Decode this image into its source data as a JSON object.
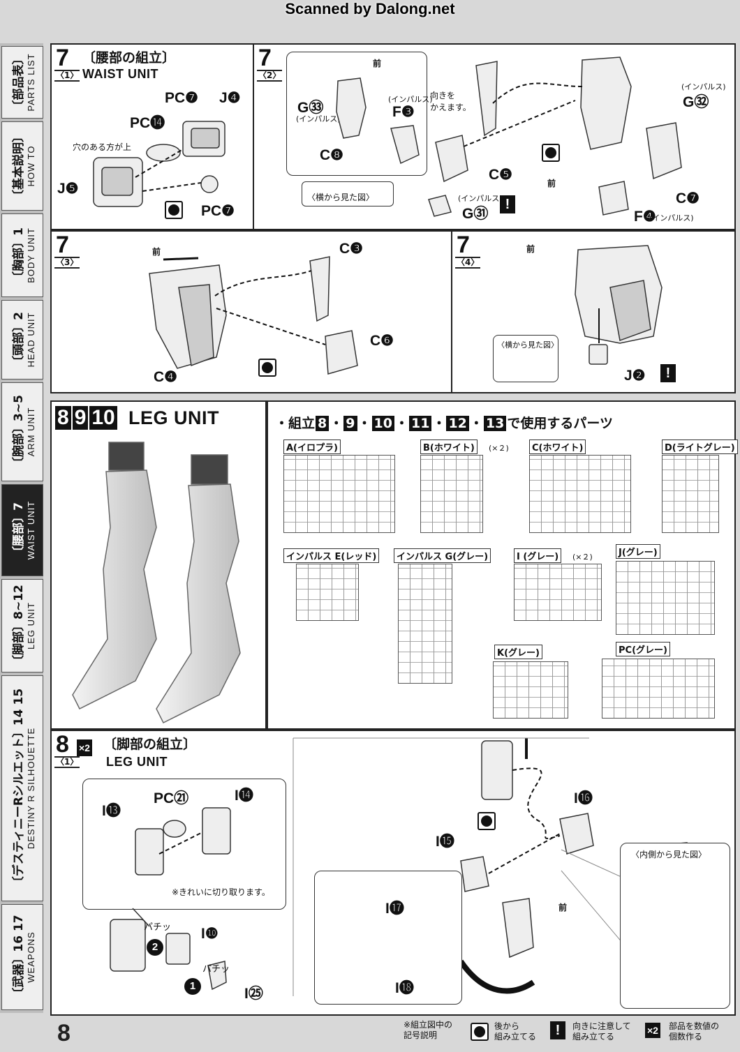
{
  "scan_credit": "Scanned by Dalong.net",
  "page_number": "8",
  "sidebar": [
    {
      "jp": "〔部品表〕",
      "en": "PARTS LIST"
    },
    {
      "jp": "〔基本説明〕",
      "en": "HOW TO"
    },
    {
      "jp": "〔胸部〕1",
      "en": "BODY UNIT"
    },
    {
      "jp": "〔頭部〕2",
      "en": "HEAD UNIT"
    },
    {
      "jp": "〔腕部〕3~5",
      "en": "ARM UNIT"
    },
    {
      "jp": "〔腰部〕7",
      "en": "WAIST UNIT"
    },
    {
      "jp": "〔脚部〕8~12",
      "en": "LEG UNIT"
    },
    {
      "jp": "〔デスティニーRシルエット〕14 15",
      "en": "DESTINY R SILHOUETTE"
    },
    {
      "jp": "〔武器〕16 17",
      "en": "WEAPONS"
    }
  ],
  "step7_1": {
    "num": "7",
    "sub": "〈1〉",
    "title": "〔腰部の組立〕",
    "title_en": "WAIST UNIT",
    "labels": {
      "pc7a": "PC❼",
      "j4": "J❹",
      "pc14": "PC⓮",
      "j5": "J❺",
      "pc7b": "PC❼"
    },
    "note": "穴のある方が上"
  },
  "step7_2": {
    "num": "7",
    "sub": "〈2〉",
    "front1": "前",
    "front2": "前",
    "turn_note": "向きを\nかえます。",
    "impulse": "(インパルス)",
    "side_view": "〈横から見た図〉",
    "labels": {
      "g33": "G㉝",
      "f3": "F❸",
      "c8": "C❽",
      "c5": "C❺",
      "g31": "G㉛",
      "g32": "G㉜",
      "c7": "C❼",
      "f4": "F❹"
    }
  },
  "step7_3": {
    "num": "7",
    "sub": "〈3〉",
    "front": "前",
    "labels": {
      "c3": "C❸",
      "c6": "C❻",
      "c4": "C❹"
    }
  },
  "step7_4": {
    "num": "7",
    "sub": "〈4〉",
    "front": "前",
    "side_view": "〈横から見た図〉",
    "labels": {
      "j2": "J❷"
    }
  },
  "leg_header": {
    "nums": [
      "8",
      "9",
      "10"
    ],
    "title": "LEG UNIT"
  },
  "parts_used": {
    "heading_prefix": "・組立",
    "heading_nums": [
      "8",
      "9",
      "10",
      "11",
      "12",
      "13"
    ],
    "heading_suffix": "で使用するパーツ",
    "runners": [
      {
        "label": "A(イロプラ)",
        "mult": ""
      },
      {
        "label": "B(ホワイト)",
        "mult": "(×２)"
      },
      {
        "label": "C(ホワイト)",
        "mult": ""
      },
      {
        "label": "D(ライトグレー)",
        "mult": ""
      },
      {
        "label": "インパルス E(レッド)",
        "mult": ""
      },
      {
        "label": "インパルス G(グレー)",
        "mult": ""
      },
      {
        "label": "I (グレー)",
        "mult": "(×２)"
      },
      {
        "label": "J(グレー)",
        "mult": ""
      },
      {
        "label": "K(グレー)",
        "mult": ""
      },
      {
        "label": "PC(グレー)",
        "mult": ""
      }
    ]
  },
  "step8_1": {
    "num": "8",
    "sub": "〈1〉",
    "mult": "×2",
    "title": "〔脚部の組立〕",
    "title_en": "LEG UNIT",
    "cut_note": "※きれいに切り取ります。",
    "click1": "パチッ",
    "click2": "パチッ",
    "front": "前",
    "inner_view": "〈内側から見た図〉",
    "labels": {
      "pc21": "PC㉑",
      "i13": "I⓭",
      "i14": "I⓮",
      "i16": "I⓰",
      "i15": "I⓯",
      "i17": "I⓱",
      "i18": "I⓲",
      "i10": "I❿",
      "i25": "I㉕"
    },
    "order": {
      "one": "1",
      "two": "2"
    }
  },
  "legend": {
    "title": "※組立図中の\n記号説明",
    "rotate": "後から\n組み立てる",
    "caution": "向きに注意して\n組み立てる",
    "count_icon": "×2",
    "count": "部品を数値の\n個数作る"
  },
  "colors": {
    "panel_border": "#222222",
    "active_tab": "#222222",
    "background": "#d8d8d8"
  }
}
